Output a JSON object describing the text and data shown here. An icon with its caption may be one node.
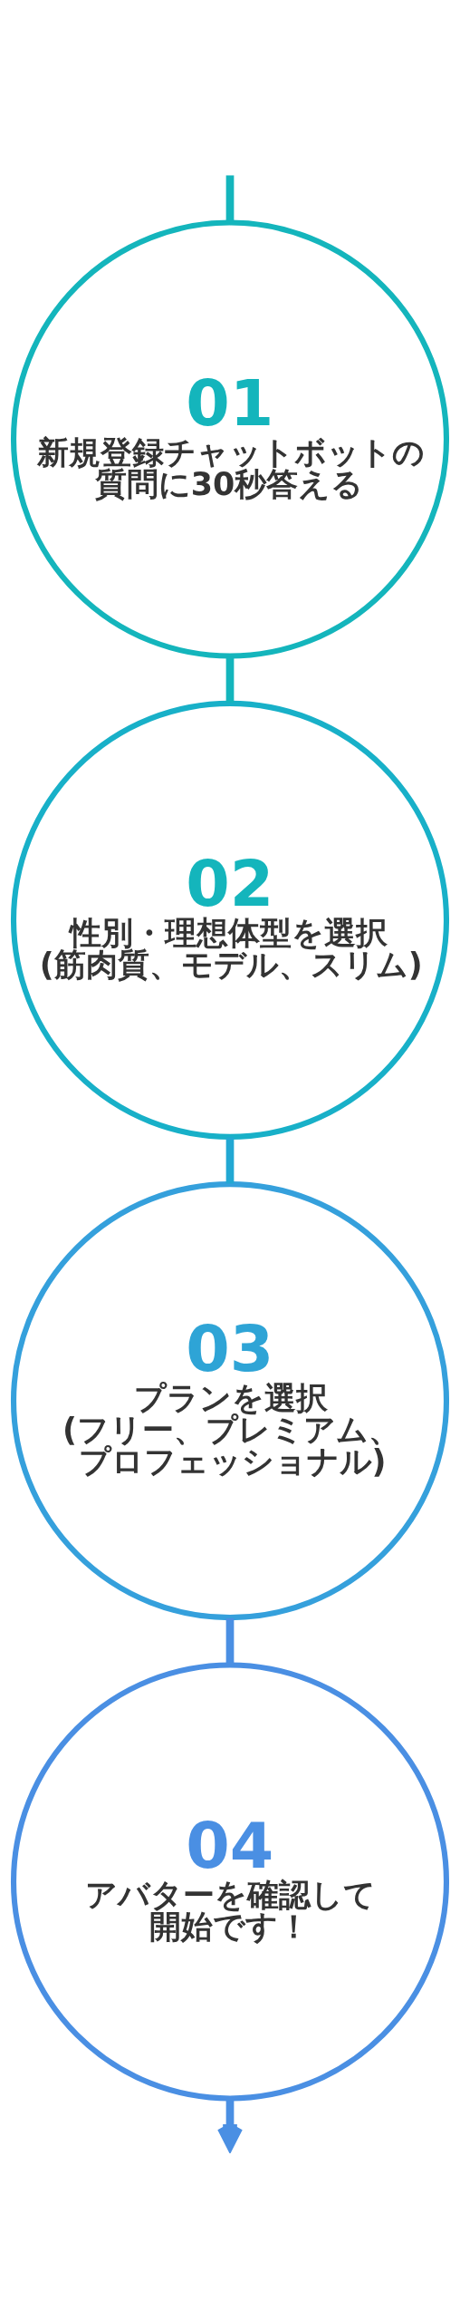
{
  "diagram": {
    "nodes": [
      {
        "text": [
          "01",
          "新規登録チャットボットの質問に30秒答える"
        ]
      },
      {
        "text": [
          "02",
          "性別・理想体型を選択(筋肉質、モデル、スリム)"
        ]
      },
      {
        "text": [
          "03",
          "プランを選択(フリー、プレミアム、プロフェッショナル)"
        ]
      },
      {
        "text": [
          "04",
          "アバターを確認して開始です！"
        ]
      }
    ],
    "edges": [
      {
        "from": null,
        "to": 0,
        "arrow": "none",
        "color": "#14b5bc"
      },
      {
        "from": 0,
        "to": 1,
        "arrow": "none",
        "color": "#14b5bc"
      },
      {
        "from": 1,
        "to": 2,
        "arrow": "none",
        "color": "#22a8d3"
      },
      {
        "from": 2,
        "to": 3,
        "arrow": "none",
        "color": "#4a8fe3"
      },
      {
        "from": 3,
        "to": null,
        "arrow": "to",
        "color": "#4a8fe3"
      }
    ]
  }
}
